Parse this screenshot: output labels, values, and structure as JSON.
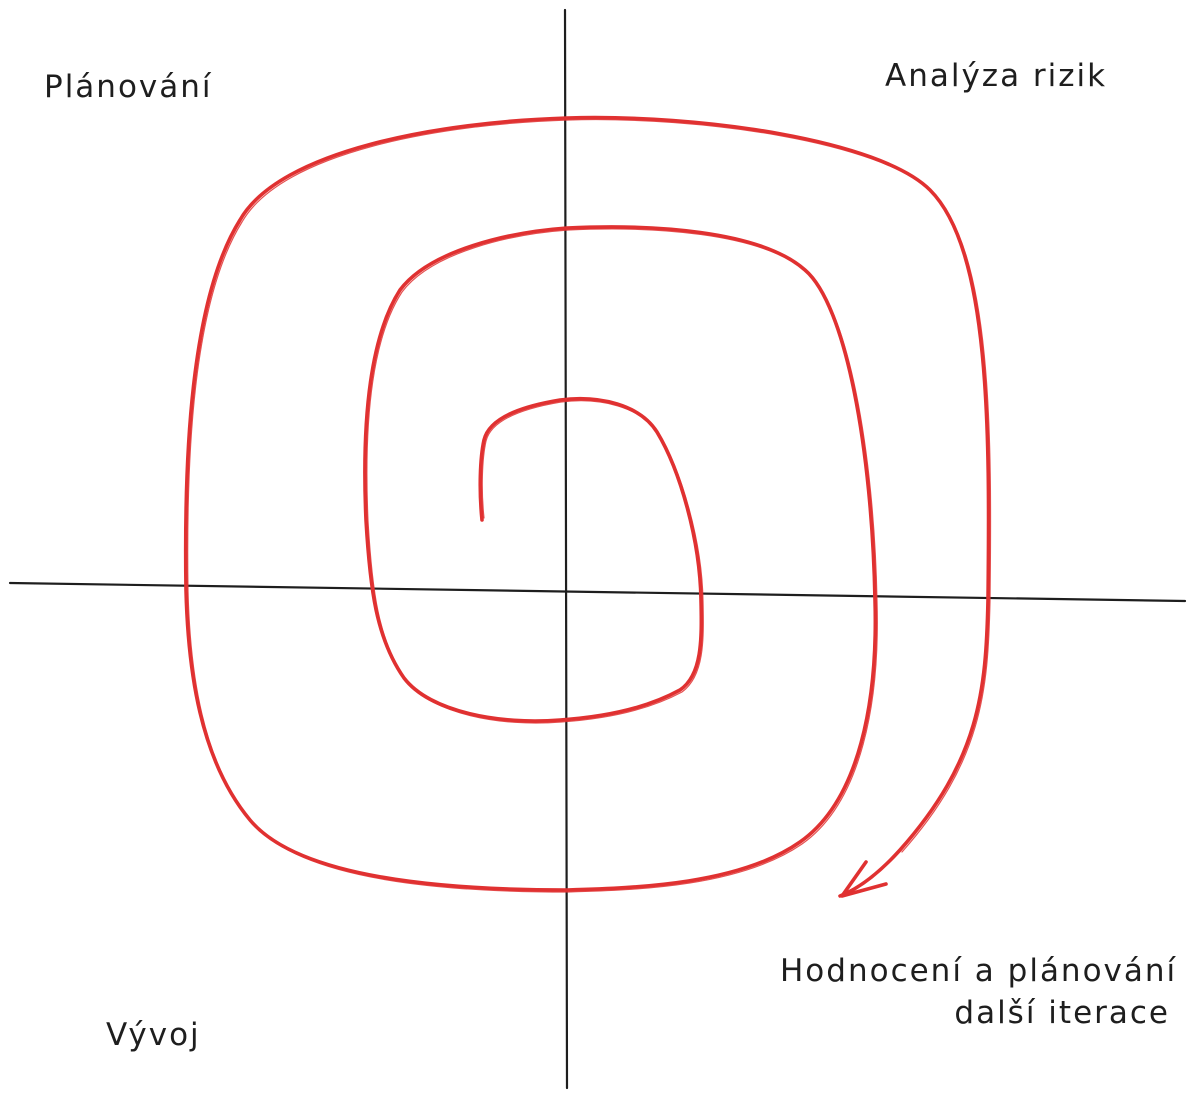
{
  "diagram": {
    "quadrant_labels": {
      "top_left": "Plánování",
      "top_right": "Analýza rizik",
      "bottom_left": "Vývoj",
      "bottom_right_line1": "Hodnocení a plánování",
      "bottom_right_line2": "další iterace"
    },
    "colors": {
      "axis": "#1e1e1e",
      "spiral": "#e03131",
      "text": "#1e1e1e",
      "background": "#ffffff"
    }
  }
}
